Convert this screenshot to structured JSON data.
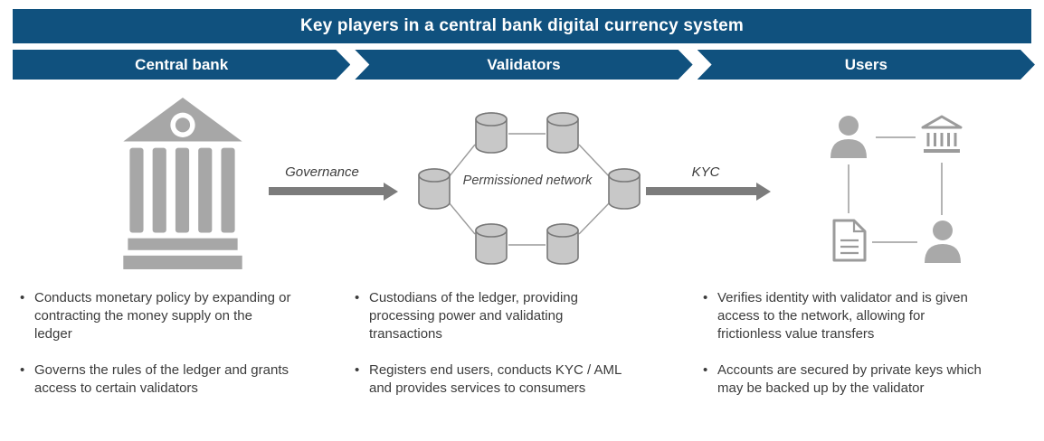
{
  "title": "Key players in a central bank digital currency system",
  "stages": [
    {
      "label": "Central bank"
    },
    {
      "label": "Validators"
    },
    {
      "label": "Users"
    }
  ],
  "diagram": {
    "arrow1_label": "Governance",
    "arrow2_label": "KYC",
    "network_label": "Permissioned network",
    "icons": [
      "bank-building-icon",
      "database-cylinder-icon",
      "person-icon",
      "institution-icon",
      "document-icon",
      "right-arrow-icon"
    ]
  },
  "columns": [
    {
      "bullets": [
        "Conducts monetary policy by expanding or contracting the money supply on the ledger",
        "Governs the rules of the ledger and grants access to certain validators"
      ]
    },
    {
      "bullets": [
        "Custodians of the ledger, providing processing power and validating transactions",
        "Registers end users, conducts KYC / AML and provides services to consumers"
      ]
    },
    {
      "bullets": [
        "Verifies identity with validator and is given access to the network, allowing for frictionless value transfers",
        "Accounts are secured by private keys which may be backed up by the validator"
      ]
    }
  ],
  "colors": {
    "banner_blue": "#10517e",
    "icon_gray": "#a7a7a7",
    "cylinder_fill": "#c8c8c8",
    "cylinder_stroke": "#787878",
    "arrow_gray": "#7c7c7c",
    "line_gray": "#9a9a9a",
    "text_dark": "#3b3b3b"
  }
}
